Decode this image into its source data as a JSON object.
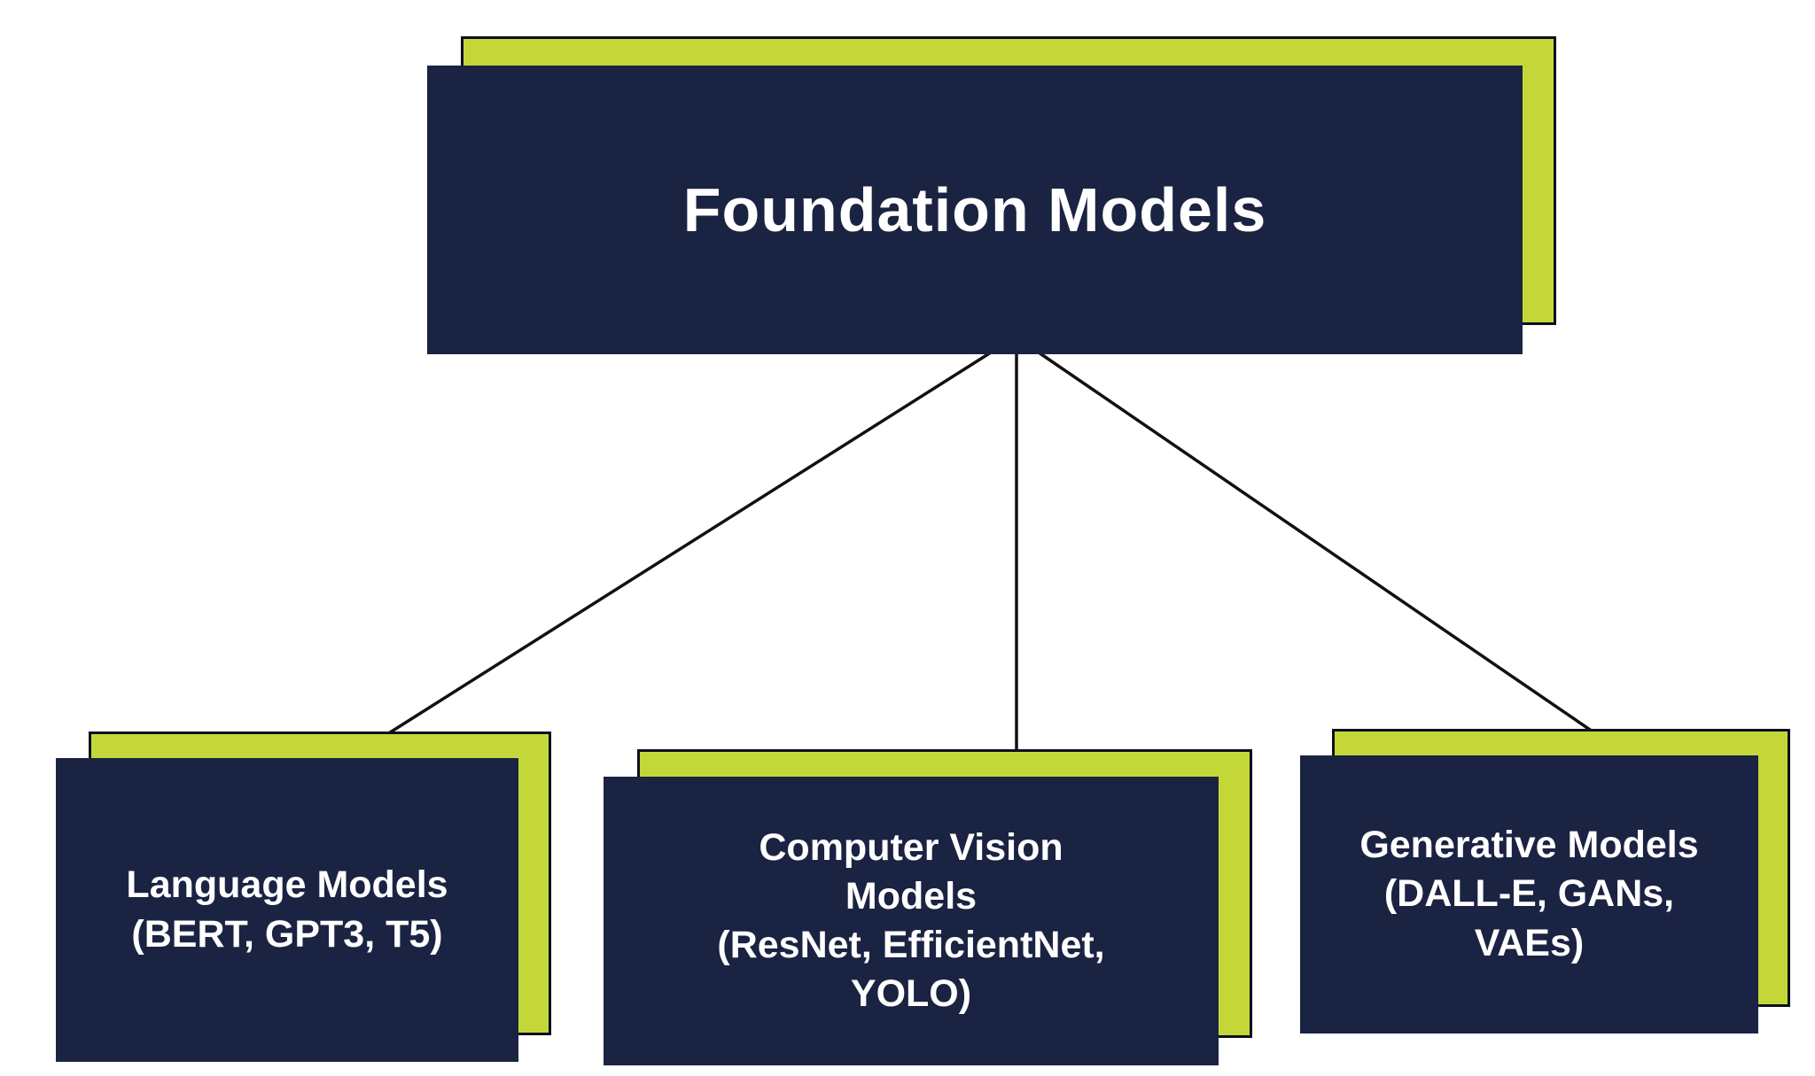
{
  "diagram": {
    "root": {
      "id": "foundation-models",
      "label": "Foundation Models"
    },
    "children": [
      {
        "id": "language-models",
        "label": "Language Models (BERT, GPT3, T5)",
        "lines": [
          "Language Models",
          "(BERT, GPT3, T5)"
        ]
      },
      {
        "id": "computer-vision-models",
        "label": "Computer Vision Models (ResNet, EfficientNet, YOLO)",
        "lines": [
          "Computer Vision",
          "Models",
          "(ResNet, EfficientNet,",
          "YOLO)"
        ]
      },
      {
        "id": "generative-models",
        "label": "Generative Models (DALL-E, GANs, VAEs)",
        "lines": [
          "Generative Models",
          "(DALL-E, GANs,",
          "VAEs)"
        ]
      }
    ],
    "connectors": [
      {
        "from": "foundation-models",
        "to": "language-models"
      },
      {
        "from": "foundation-models",
        "to": "computer-vision-models"
      },
      {
        "from": "foundation-models",
        "to": "generative-models"
      }
    ]
  },
  "colors": {
    "navy": "#1B2343",
    "green": "#C3D838",
    "line": "#111111",
    "text": "#FFFFFF",
    "background": "#FFFFFF"
  }
}
